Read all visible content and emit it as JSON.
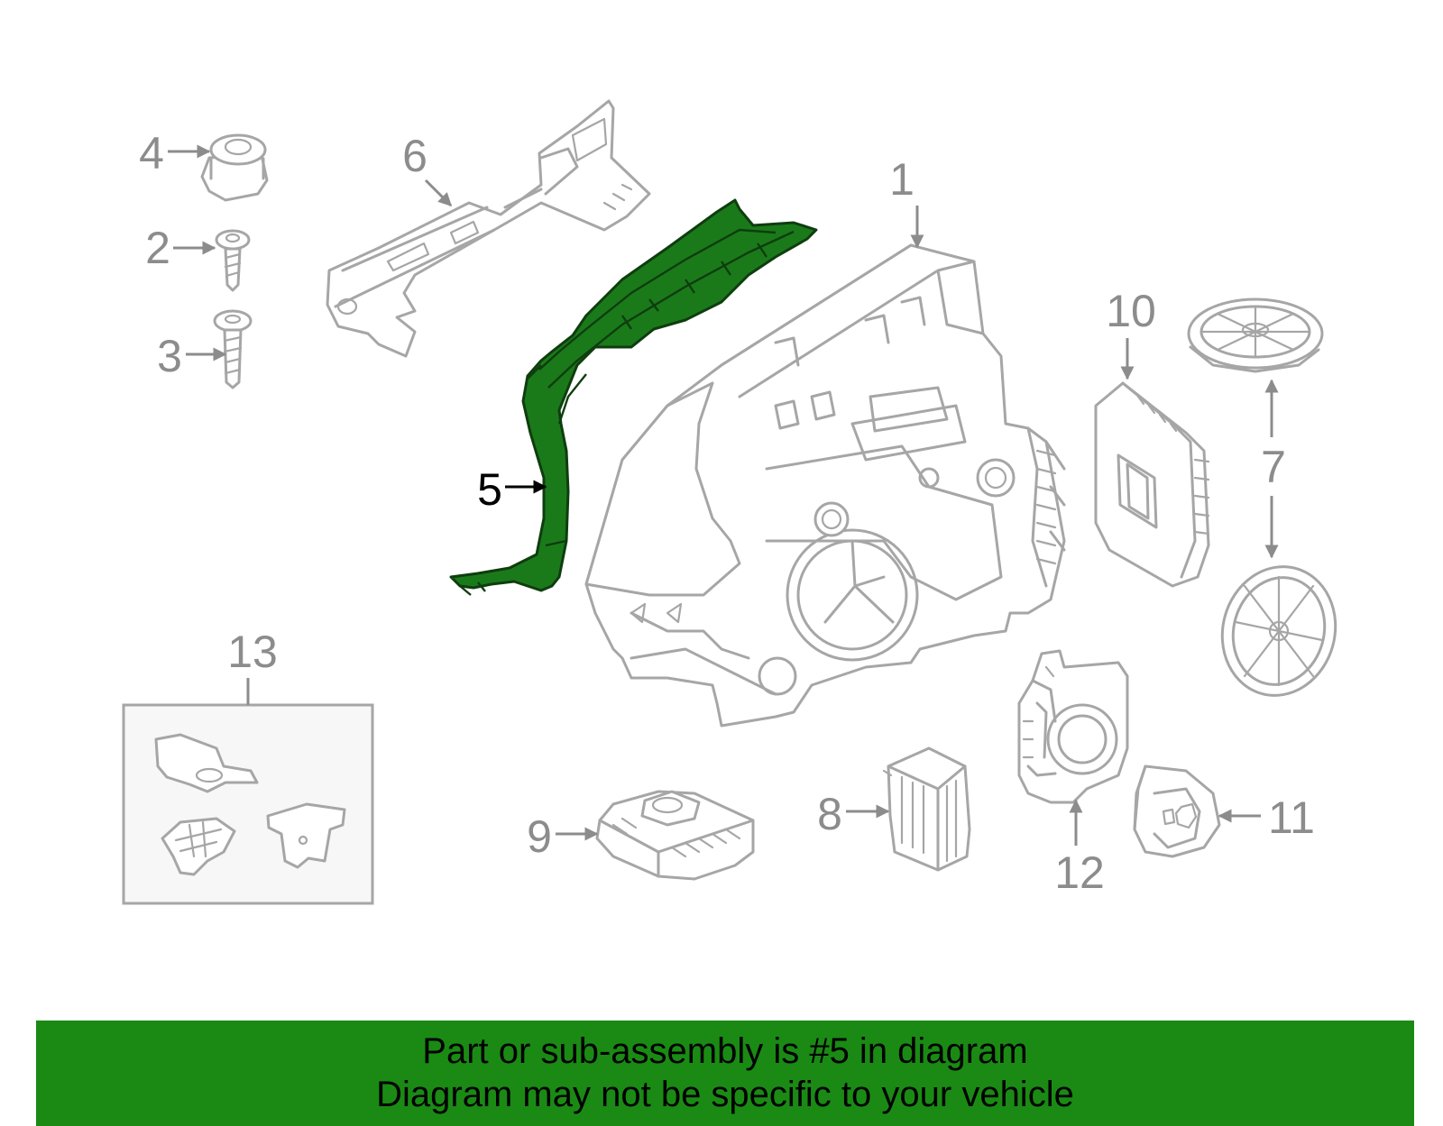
{
  "callouts": {
    "c1": "1",
    "c2": "2",
    "c3": "3",
    "c4": "4",
    "c5": "5",
    "c6": "6",
    "c7": "7",
    "c8": "8",
    "c9": "9",
    "c10": "10",
    "c11": "11",
    "c12": "12",
    "c13": "13"
  },
  "highlight_part": "5",
  "colors": {
    "highlight": "#1a7a1a",
    "banner": "#1a8a14",
    "line_art": "#a6a6a6"
  },
  "banner": {
    "line1": "Part or sub-assembly is #5 in diagram",
    "line2": "Diagram may not be specific to your vehicle"
  }
}
